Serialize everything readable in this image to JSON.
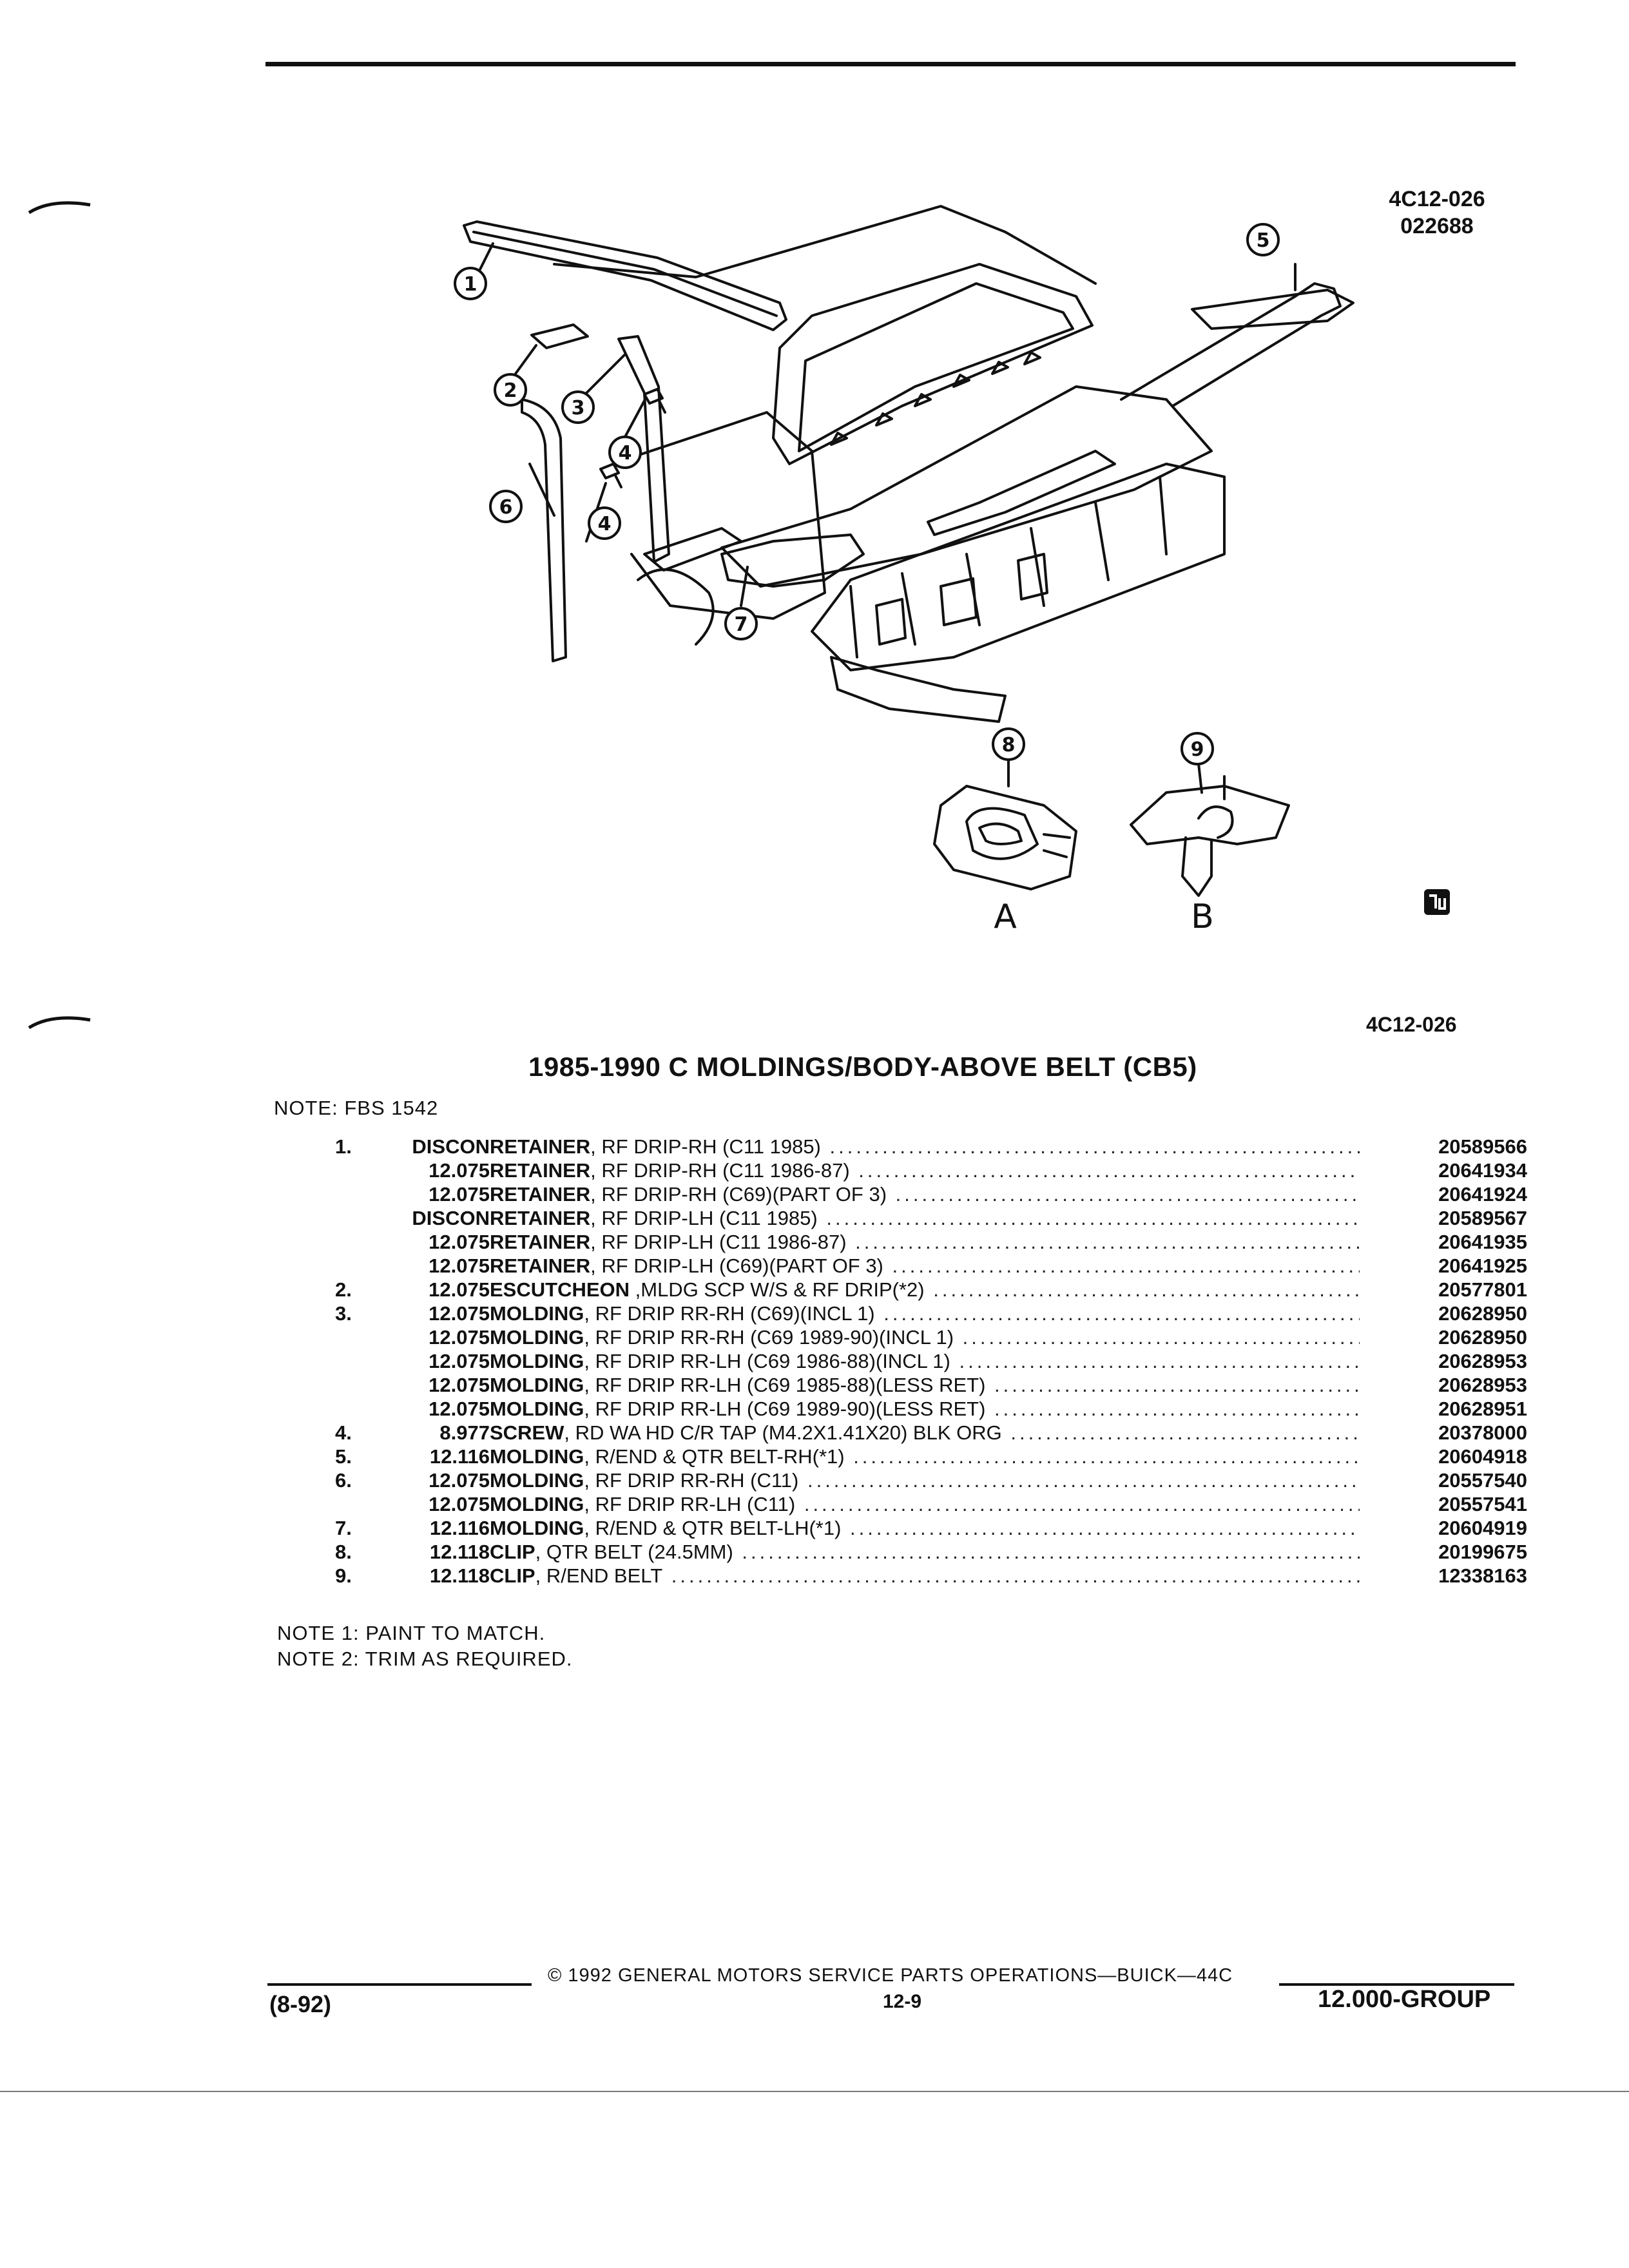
{
  "figure": {
    "ref_code": "4C12-026",
    "ref_date": "022688",
    "callouts": [
      "1",
      "2",
      "3",
      "4",
      "4",
      "5",
      "6",
      "7",
      "8",
      "9"
    ],
    "view_labels": [
      "A",
      "B"
    ],
    "logo_text": "GM"
  },
  "figure_ref_bottom": "4C12-026",
  "title": "1985-1990 C MOLDINGS/BODY-ABOVE BELT (CB5)",
  "note_top": "NOTE:  FBS 1542",
  "parts": [
    {
      "num": "1.",
      "code": "DISCON",
      "name": "RETAINER",
      "detail": ", RF DRIP-RH (C11 1985)",
      "pn": "20589566"
    },
    {
      "num": "",
      "code": "12.075",
      "name": "RETAINER",
      "detail": ", RF DRIP-RH (C11 1986-87)",
      "pn": "20641934"
    },
    {
      "num": "",
      "code": "12.075",
      "name": "RETAINER",
      "detail": ", RF DRIP-RH (C69)(PART OF 3)",
      "pn": "20641924"
    },
    {
      "num": "",
      "code": "DISCON",
      "name": "RETAINER",
      "detail": ", RF DRIP-LH (C11 1985)",
      "pn": "20589567"
    },
    {
      "num": "",
      "code": "12.075",
      "name": "RETAINER",
      "detail": ", RF DRIP-LH (C11 1986-87)",
      "pn": "20641935"
    },
    {
      "num": "",
      "code": "12.075",
      "name": "RETAINER",
      "detail": ", RF DRIP-LH (C69)(PART OF 3)",
      "pn": "20641925"
    },
    {
      "num": "2.",
      "code": "12.075",
      "name": "ESCUTCHEON",
      "detail": " ,MLDG SCP W/S & RF DRIP(*2)",
      "pn": "20577801"
    },
    {
      "num": "3.",
      "code": "12.075",
      "name": "MOLDING",
      "detail": ", RF DRIP RR-RH (C69)(INCL 1)",
      "pn": "20628950"
    },
    {
      "num": "",
      "code": "12.075",
      "name": "MOLDING",
      "detail": ", RF DRIP RR-RH (C69 1989-90)(INCL 1)",
      "pn": "20628950"
    },
    {
      "num": "",
      "code": "12.075",
      "name": "MOLDING",
      "detail": ", RF DRIP RR-LH (C69 1986-88)(INCL 1)",
      "pn": "20628953"
    },
    {
      "num": "",
      "code": "12.075",
      "name": "MOLDING",
      "detail": ", RF DRIP RR-LH (C69 1985-88)(LESS RET)",
      "pn": "20628953"
    },
    {
      "num": "",
      "code": "12.075",
      "name": "MOLDING",
      "detail": ", RF DRIP RR-LH (C69 1989-90)(LESS RET)",
      "pn": "20628951"
    },
    {
      "num": "4.",
      "code": "8.977",
      "name": "SCREW",
      "detail": ", RD WA HD C/R TAP (M4.2X1.41X20) BLK ORG",
      "pn": "20378000"
    },
    {
      "num": "5.",
      "code": "12.116",
      "name": "MOLDING",
      "detail": ", R/END & QTR BELT-RH(*1)",
      "pn": "20604918"
    },
    {
      "num": "6.",
      "code": "12.075",
      "name": "MOLDING",
      "detail": ", RF DRIP RR-RH (C11)",
      "pn": "20557540"
    },
    {
      "num": "",
      "code": "12.075",
      "name": "MOLDING",
      "detail": ", RF DRIP RR-LH (C11)",
      "pn": "20557541"
    },
    {
      "num": "7.",
      "code": "12.116",
      "name": "MOLDING",
      "detail": ", R/END & QTR BELT-LH(*1)",
      "pn": "20604919"
    },
    {
      "num": "8.",
      "code": "12.118",
      "name": "CLIP",
      "detail": ", QTR BELT (24.5MM)",
      "pn": "20199675"
    },
    {
      "num": "9.",
      "code": "12.118",
      "name": "CLIP",
      "detail": ", R/END BELT",
      "pn": "12338163"
    }
  ],
  "notes": [
    "NOTE  1:  PAINT TO MATCH.",
    "NOTE  2:  TRIM AS REQUIRED."
  ],
  "footer": {
    "copyright": "© 1992  GENERAL MOTORS SERVICE PARTS OPERATIONS—BUICK—44C",
    "page": "12-9",
    "revision": "(8-92)",
    "group": "12.000-GROUP"
  }
}
